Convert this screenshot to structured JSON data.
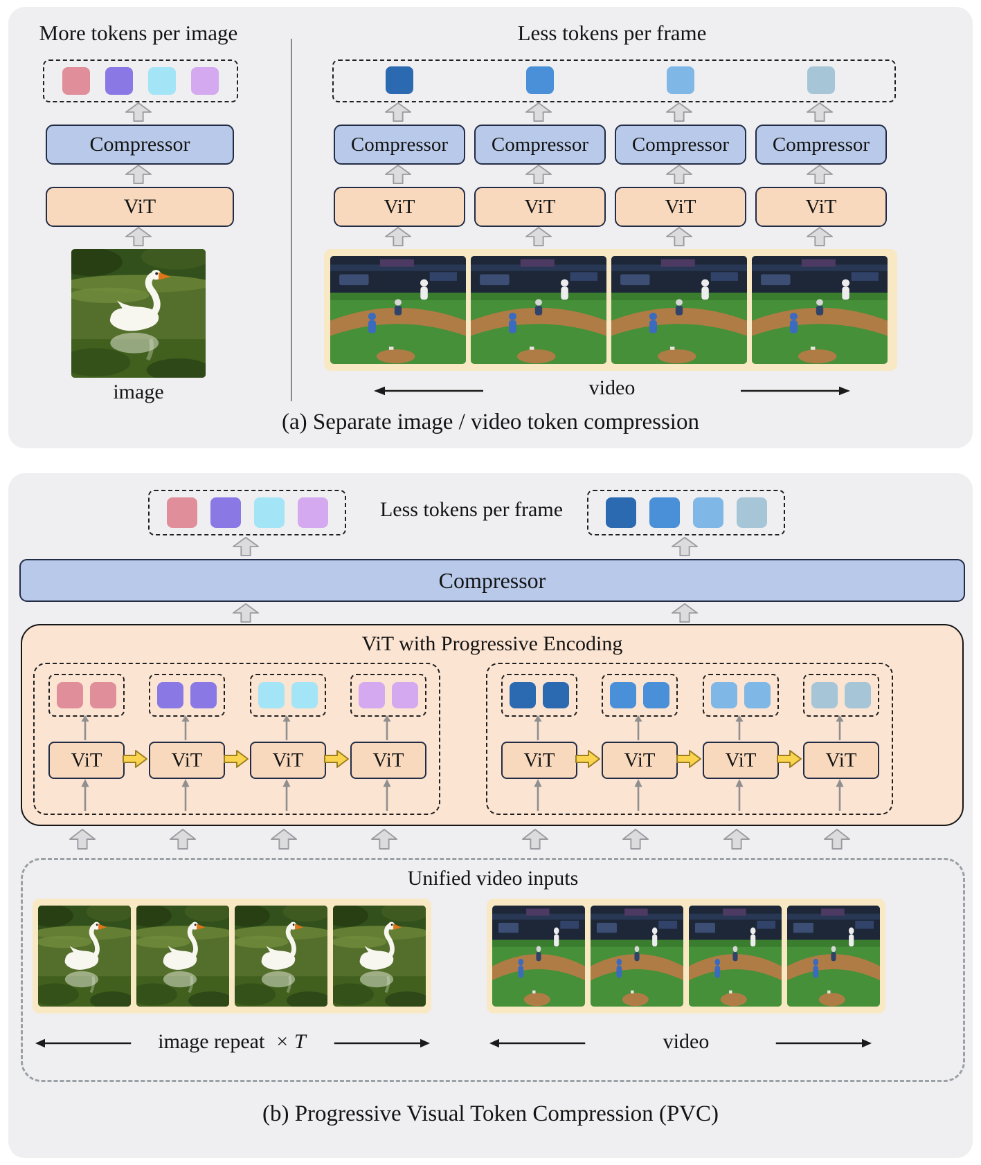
{
  "colors": {
    "image_tokens": [
      "#e18e9b",
      "#8a79e5",
      "#a3e5f6",
      "#d5a9ef"
    ],
    "video_tokens": [
      "#2b6ab1",
      "#4a90d8",
      "#7fb7e6",
      "#a6c6d8"
    ],
    "compressor_fill": "#b8c9e9",
    "vit_fill": "#f8d9bd",
    "panel_fill": "#efeff1",
    "strip_fill": "#f8e9c4",
    "progressive_fill": "#fce4d2",
    "yellow_arrow_fill": "#fad44e"
  },
  "panel_a": {
    "caption": "(a) Separate image / video token compression",
    "image_branch": {
      "title": "More tokens per image",
      "compressor_label": "Compressor",
      "vit_label": "ViT",
      "input_label": "image"
    },
    "video_branch": {
      "title": "Less tokens per frame",
      "compressor_label": "Compressor",
      "vit_label": "ViT",
      "input_label": "video"
    }
  },
  "panel_b": {
    "caption": "(b) Progressive Visual Token Compression (PVC)",
    "tokens_label": "Less tokens per frame",
    "compressor_label": "Compressor",
    "progressive_title": "ViT with Progressive Encoding",
    "vit_label": "ViT",
    "unified_inputs_title": "Unified video inputs",
    "image_repeat_label": "image repeat",
    "image_repeat_factor": "× T",
    "video_label": "video"
  }
}
